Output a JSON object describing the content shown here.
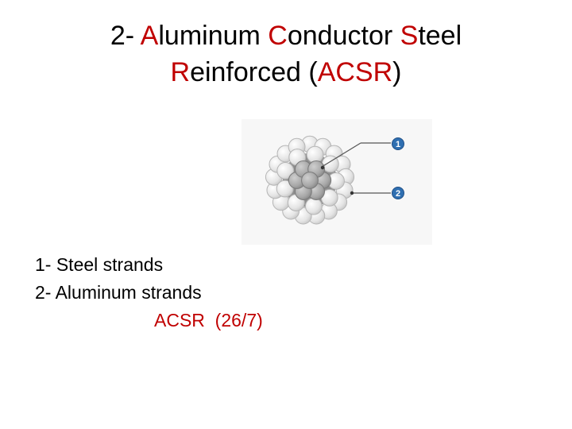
{
  "title": {
    "line1": {
      "prefix": "2- ",
      "a_initial": "A",
      "a_rest": "luminum ",
      "c_initial": "C",
      "c_rest": "onductor ",
      "s_initial": "S",
      "s_rest": "teel"
    },
    "line2": {
      "r_initial": "R",
      "r_rest": "einforced (",
      "acronym": "ACSR",
      "close": ")"
    }
  },
  "diagram": {
    "callout_1": "1",
    "callout_2": "2",
    "colors": {
      "aluminum_strand": "#e6e6e6",
      "steel_strand": "#a9a9a9",
      "core_background": "#8e8e8e",
      "callout_fill": "#2f6fb1"
    }
  },
  "body": {
    "item1": "1- Steel strands",
    "item2": "2- Aluminum strands",
    "designation": "ACSR  (26/7)"
  },
  "colors": {
    "accent": "#c00000",
    "text": "#000000"
  }
}
